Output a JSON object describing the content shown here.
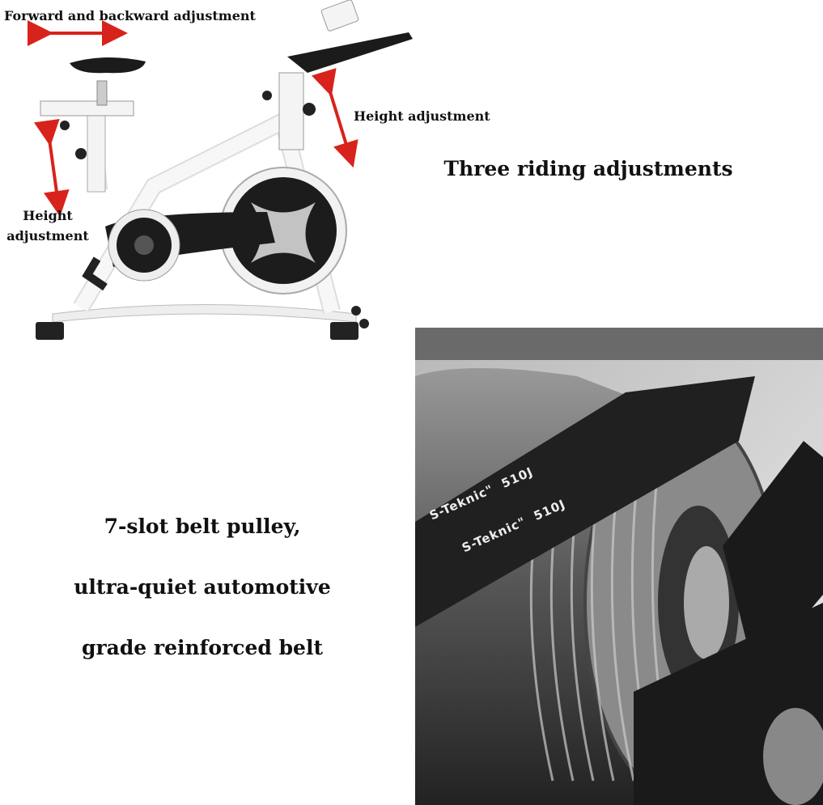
{
  "labels": {
    "forward_backward": "Forward and backward adjustment",
    "height_right": "Height adjustment",
    "height_left_line1": "Height",
    "height_left_line2": "adjustment",
    "headline": "Three riding adjustments"
  },
  "belt_caption": {
    "line1": "7-slot belt pulley,",
    "line2": "ultra-quiet automotive",
    "line3": "grade reinforced belt"
  },
  "belt_print": {
    "brand": "S-Teknic\"",
    "code": "510J"
  },
  "colors": {
    "arrow": "#d8231c",
    "frame": "#f2f2f2",
    "dark": "#1a1a1a"
  }
}
